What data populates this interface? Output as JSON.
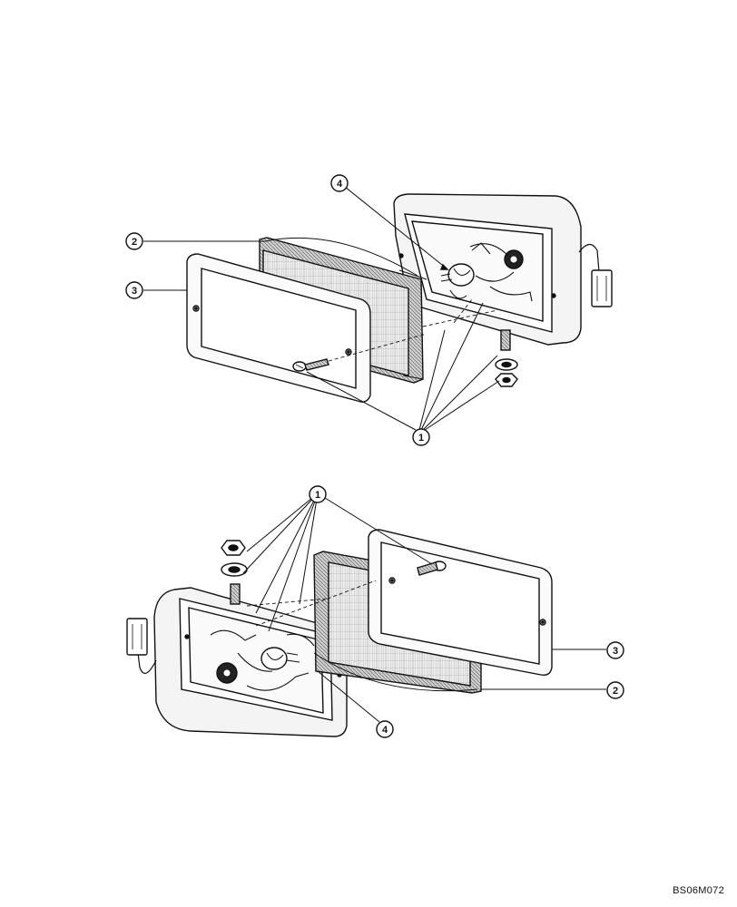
{
  "drawing_code": "BS06M072",
  "callouts": {
    "top": {
      "c1": "1",
      "c2": "2",
      "c3": "3",
      "c4": "4"
    },
    "bottom": {
      "c1": "1",
      "c2": "2",
      "c3": "3",
      "c4": "4"
    }
  },
  "colors": {
    "ink": "#111111",
    "paper": "#ffffff",
    "lens": "#e6e6e6"
  }
}
